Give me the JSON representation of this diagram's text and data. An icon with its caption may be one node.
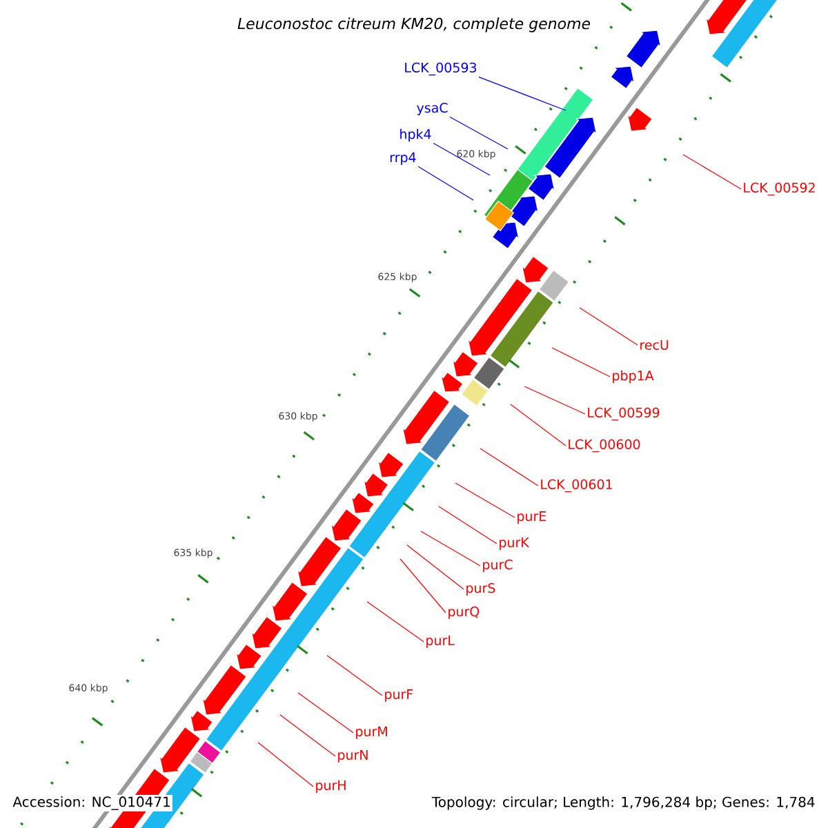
{
  "diagram": {
    "title": "Leuconostoc citreum KM20, complete genome",
    "nodes": [
      {
        "text": [
          "LCK_00593"
        ]
      },
      {
        "text": [
          "ysaC"
        ]
      },
      {
        "text": [
          "hpk4"
        ]
      },
      {
        "text": [
          "rrp4"
        ]
      },
      {
        "text": [
          "LCK_00592"
        ]
      },
      {
        "text": [
          "recU"
        ]
      },
      {
        "text": [
          "pbp1A"
        ]
      },
      {
        "text": [
          "LCK_00599"
        ]
      },
      {
        "text": [
          "LCK_00600"
        ]
      },
      {
        "text": [
          "LCK_00601"
        ]
      },
      {
        "text": [
          "purE"
        ]
      },
      {
        "text": [
          "purK"
        ]
      },
      {
        "text": [
          "purC"
        ]
      },
      {
        "text": [
          "purS"
        ]
      },
      {
        "text": [
          "purQ"
        ]
      },
      {
        "text": [
          "purL"
        ]
      },
      {
        "text": [
          "purF"
        ]
      },
      {
        "text": [
          "purM"
        ]
      },
      {
        "text": [
          "purN"
        ]
      },
      {
        "text": [
          "purH"
        ]
      }
    ],
    "edges": [
      {
        "from": 0,
        "to": null,
        "arrow": "none",
        "color": "#0000ff"
      },
      {
        "from": 1,
        "to": null,
        "arrow": "none",
        "color": "#0000ff"
      },
      {
        "from": 2,
        "to": null,
        "arrow": "none",
        "color": "#0000ff"
      },
      {
        "from": 3,
        "to": null,
        "arrow": "none",
        "color": "#0000ff"
      },
      {
        "from": 4,
        "to": null,
        "arrow": "none"
      },
      {
        "from": 5,
        "to": null,
        "arrow": "none"
      },
      {
        "from": 6,
        "to": null,
        "arrow": "none"
      },
      {
        "from": 7,
        "to": null,
        "arrow": "none"
      },
      {
        "from": 8,
        "to": null,
        "arrow": "none"
      },
      {
        "from": 9,
        "to": null,
        "arrow": "none"
      },
      {
        "from": 10,
        "to": null,
        "arrow": "none"
      },
      {
        "from": 11,
        "to": null,
        "arrow": "none"
      },
      {
        "from": 12,
        "to": null,
        "arrow": "none"
      },
      {
        "from": 13,
        "to": null,
        "arrow": "none"
      },
      {
        "from": 14,
        "to": null,
        "arrow": "none"
      },
      {
        "from": 15,
        "to": null,
        "arrow": "none"
      },
      {
        "from": 16,
        "to": null,
        "arrow": "none"
      },
      {
        "from": 17,
        "to": null,
        "arrow": "none"
      },
      {
        "from": 18,
        "to": null,
        "arrow": "none"
      },
      {
        "from": 19,
        "to": null,
        "arrow": "none"
      }
    ],
    "labels": [
      "620 kbp",
      "625 kbp",
      "630 kbp",
      "635 kbp",
      "640 kbp",
      "Accession: NC_010471",
      "Topology: circular; Length: 1,796,284 bp; Genes: 1,784"
    ]
  }
}
